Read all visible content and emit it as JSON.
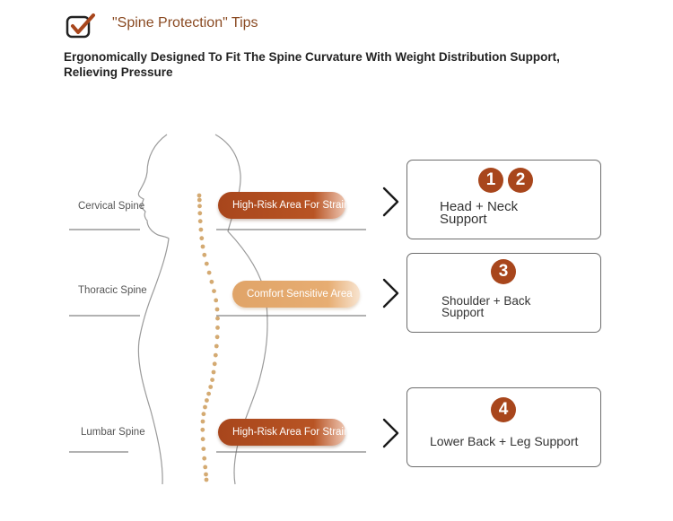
{
  "header": {
    "title": "\"Spine Protection\" Tips",
    "subtitle": "Ergonomically Designed To Fit The Spine Curvature With Weight Distribution Support, Relieving Pressure"
  },
  "regions": [
    {
      "label": "Cervical Spine",
      "pill": "High-Risk Area For Strain",
      "pill_type": "risk"
    },
    {
      "label": "Thoracic Spine",
      "pill": "Comfort Sensitive Area",
      "pill_type": "comfort"
    },
    {
      "label": "Lumbar Spine",
      "pill": "High-Risk Area For Strain",
      "pill_type": "risk"
    }
  ],
  "cards": [
    {
      "badges": [
        "1",
        "2"
      ],
      "line1": "Head + Neck",
      "line2": "Support"
    },
    {
      "badges": [
        "3"
      ],
      "line1": "Shoulder + Back",
      "line2": "Support"
    },
    {
      "badges": [
        "4"
      ],
      "line1": "Lower Back + Leg Support"
    }
  ],
  "icons": {
    "header": "checkbox-check-icon",
    "arrow": "chevron-right-icon"
  },
  "colors": {
    "accent": "#a8461c",
    "comfort": "#e0a468",
    "title": "#8a4a22",
    "spine_dots": "#d4aa72"
  }
}
